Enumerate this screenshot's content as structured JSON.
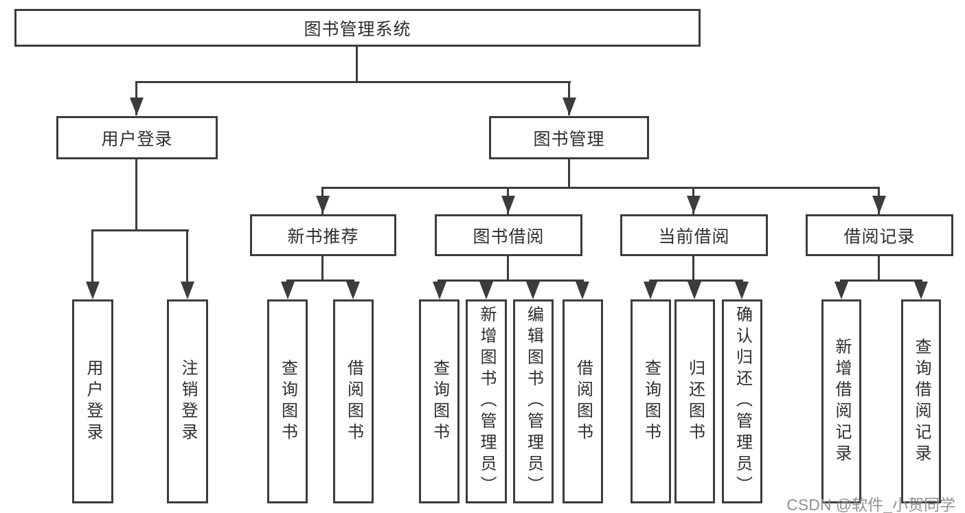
{
  "diagram": {
    "root": {
      "label": "图书管理系统"
    },
    "level2": {
      "user_login": {
        "label": "用户登录"
      },
      "book_management": {
        "label": "图书管理"
      }
    },
    "level3": {
      "new_book_recommend": {
        "label": "新书推荐"
      },
      "book_borrow": {
        "label": "图书借阅"
      },
      "current_borrow": {
        "label": "当前借阅"
      },
      "borrow_records": {
        "label": "借阅记录"
      }
    },
    "leaves": {
      "user_login": {
        "label": "用户登录"
      },
      "logout_login": {
        "label": "注销登录"
      },
      "recommend_query_book": {
        "label": "查询图书"
      },
      "recommend_borrow_book": {
        "label": "借阅图书"
      },
      "borrow_query_book": {
        "label": "查询图书"
      },
      "borrow_add_book_admin": {
        "label": "新增图书（管理员）"
      },
      "borrow_edit_book_admin": {
        "label": "编辑图书（管理员）"
      },
      "borrow_borrow_book": {
        "label": "借阅图书"
      },
      "current_query_book": {
        "label": "查询图书"
      },
      "current_return_book": {
        "label": "归还图书"
      },
      "current_confirm_return_admin": {
        "label": "确认归还（管理员）"
      },
      "records_add_record": {
        "label": "新增借阅记录"
      },
      "records_query_record": {
        "label": "查询借阅记录"
      }
    }
  },
  "watermark": {
    "text": "CSDN @软件_小贺同学"
  },
  "colors": {
    "line": "#3c3c3c",
    "text": "#2e2e2e",
    "watermark": "#919191",
    "background": "#ffffff"
  }
}
